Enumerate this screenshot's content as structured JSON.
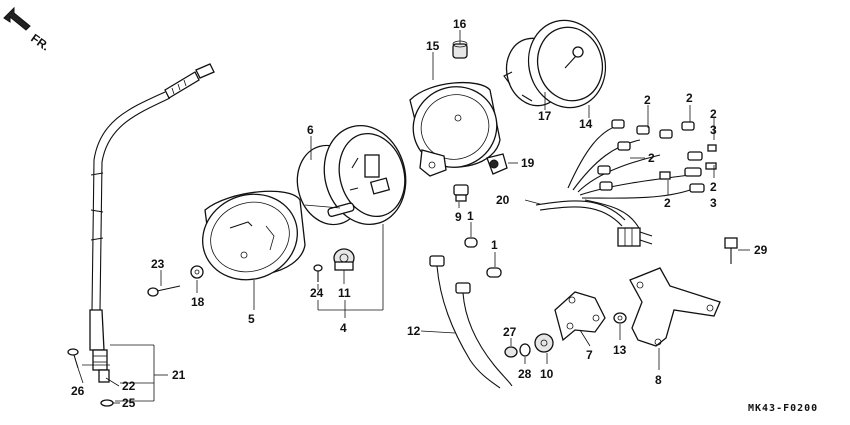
{
  "front_indicator": {
    "label": "FR."
  },
  "diagram_code": "MK43-F0200",
  "callouts": [
    {
      "id": "c1a",
      "text": "1"
    },
    {
      "id": "c1b",
      "text": "1"
    },
    {
      "id": "c2a",
      "text": "2"
    },
    {
      "id": "c2b",
      "text": "2"
    },
    {
      "id": "c2c",
      "text": "2"
    },
    {
      "id": "c2d",
      "text": "2"
    },
    {
      "id": "c2e",
      "text": "2"
    },
    {
      "id": "c2f",
      "text": "2"
    },
    {
      "id": "c3a",
      "text": "3"
    },
    {
      "id": "c3b",
      "text": "3"
    },
    {
      "id": "c4",
      "text": "4"
    },
    {
      "id": "c5",
      "text": "5"
    },
    {
      "id": "c6",
      "text": "6"
    },
    {
      "id": "c7",
      "text": "7"
    },
    {
      "id": "c8",
      "text": "8"
    },
    {
      "id": "c9",
      "text": "9"
    },
    {
      "id": "c10",
      "text": "10"
    },
    {
      "id": "c11",
      "text": "11"
    },
    {
      "id": "c12",
      "text": "12"
    },
    {
      "id": "c13",
      "text": "13"
    },
    {
      "id": "c14",
      "text": "14"
    },
    {
      "id": "c15",
      "text": "15"
    },
    {
      "id": "c16",
      "text": "16"
    },
    {
      "id": "c17",
      "text": "17"
    },
    {
      "id": "c18",
      "text": "18"
    },
    {
      "id": "c19",
      "text": "19"
    },
    {
      "id": "c20",
      "text": "20"
    },
    {
      "id": "c21",
      "text": "21"
    },
    {
      "id": "c22",
      "text": "22"
    },
    {
      "id": "c23",
      "text": "23"
    },
    {
      "id": "c24",
      "text": "24"
    },
    {
      "id": "c25",
      "text": "25"
    },
    {
      "id": "c26",
      "text": "26"
    },
    {
      "id": "c27",
      "text": "27"
    },
    {
      "id": "c28",
      "text": "28"
    },
    {
      "id": "c29",
      "text": "29"
    }
  ]
}
